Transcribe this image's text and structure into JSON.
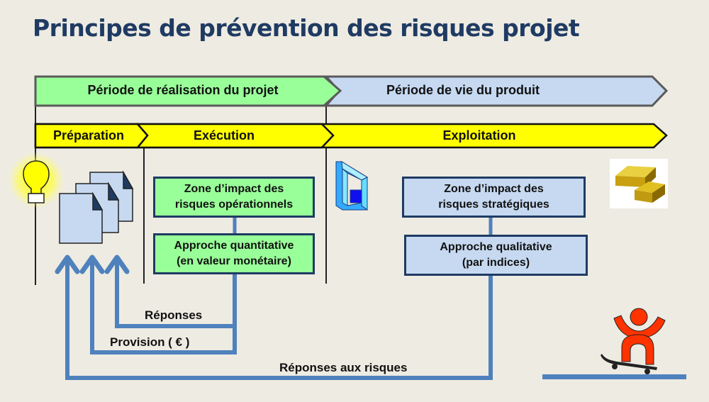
{
  "title": "Principes de prévention des risques projet",
  "periods": [
    {
      "label": "Période de réalisation du projet",
      "color": "#99ff99"
    },
    {
      "label": "Période de vie du produit",
      "color": "#c6d9f1"
    }
  ],
  "phases": [
    {
      "label": "Préparation",
      "color": "#ffff00"
    },
    {
      "label": "Exécution",
      "color": "#ffff00"
    },
    {
      "label": "Exploitation",
      "color": "#ffff00"
    }
  ],
  "operational": {
    "zone": {
      "line1": "Zone d’impact des",
      "line2": "risques opérationnels"
    },
    "approach": {
      "line1": "Approche quantitative",
      "line2": "(en valeur monétaire)"
    }
  },
  "strategic": {
    "zone": {
      "line1": "Zone d’impact des",
      "line2": "risques stratégiques"
    },
    "approach": {
      "line1": "Approche qualitative",
      "line2": "(par indices)"
    }
  },
  "feedback": {
    "responses": "Réponses",
    "provision": "Provision ( € )",
    "risk_responses": "Réponses aux risques"
  },
  "icons": [
    "lightbulb-icon",
    "documents-icon",
    "impossible-shape-icon",
    "gold-bars-icon",
    "skateboarder-icon"
  ],
  "colors": {
    "title": "#1f3b63",
    "arrow": "#4f81bd",
    "border": "#1f3b63",
    "background": "#eeebe2"
  }
}
